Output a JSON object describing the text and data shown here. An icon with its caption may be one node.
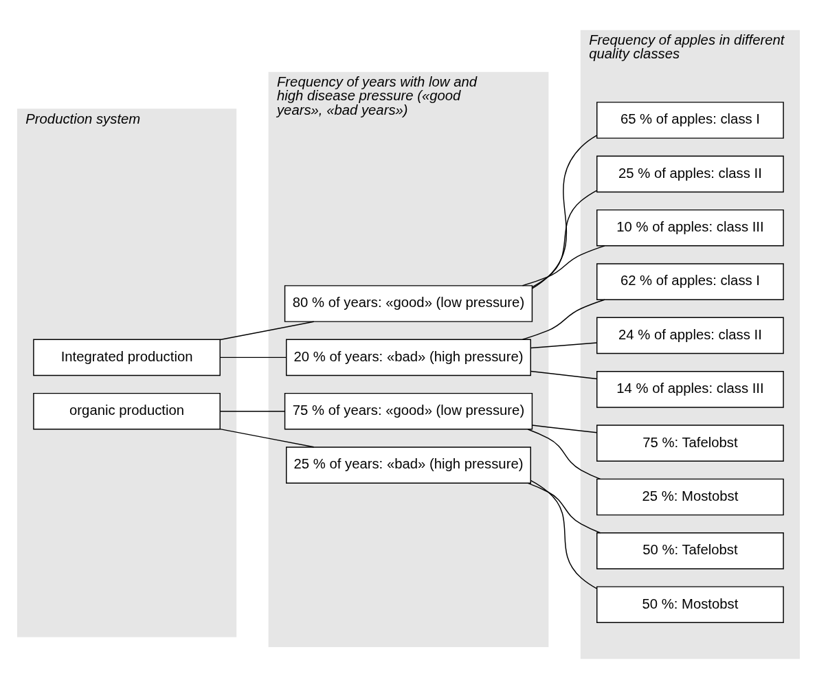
{
  "diagram": {
    "nodes": [
      {
        "text": [
          "Production system"
        ]
      },
      {
        "text": [
          "Frequency of years with low and high disease pressure («good years», «bad years»)"
        ]
      },
      {
        "text": [
          "Frequency of apples in different quality classes"
        ]
      },
      {
        "text": [
          "Integrated production"
        ],
        "in": 0
      },
      {
        "text": [
          "organic production"
        ],
        "in": 0
      },
      {
        "text": [
          "80 % of years: «good» (low pressure)"
        ],
        "in": 1
      },
      {
        "text": [
          "20 % of years: «bad» (high pressure)"
        ],
        "in": 1
      },
      {
        "text": [
          "75 % of years: «good» (low pressure)"
        ],
        "in": 1
      },
      {
        "text": [
          "25 % of years: «bad» (high pressure)"
        ],
        "in": 1
      },
      {
        "text": [
          "65 % of apples: class I"
        ],
        "in": 2
      },
      {
        "text": [
          "25 % of apples: class II"
        ],
        "in": 2
      },
      {
        "text": [
          "10 % of apples: class III"
        ],
        "in": 2
      },
      {
        "text": [
          "62 % of apples: class I"
        ],
        "in": 2
      },
      {
        "text": [
          "24 % of apples: class II"
        ],
        "in": 2
      },
      {
        "text": [
          "14 % of apples: class III"
        ],
        "in": 2
      },
      {
        "text": [
          "75 %: Tafelobst"
        ],
        "in": 2
      },
      {
        "text": [
          "25 %: Mostobst"
        ],
        "in": 2
      },
      {
        "text": [
          "50 %: Tafelobst"
        ],
        "in": 2
      },
      {
        "text": [
          "50 %: Mostobst"
        ],
        "in": 2
      }
    ],
    "edges": [
      {
        "from": 3,
        "to": 5,
        "arrow": "none"
      },
      {
        "from": 3,
        "to": 6,
        "arrow": "none"
      },
      {
        "from": 4,
        "to": 7,
        "arrow": "none"
      },
      {
        "from": 4,
        "to": 8,
        "arrow": "none"
      },
      {
        "from": 5,
        "to": 9,
        "arrow": "none"
      },
      {
        "from": 5,
        "to": 10,
        "arrow": "none"
      },
      {
        "from": 5,
        "to": 11,
        "arrow": "none"
      },
      {
        "from": 6,
        "to": 12,
        "arrow": "none"
      },
      {
        "from": 6,
        "to": 13,
        "arrow": "none"
      },
      {
        "from": 6,
        "to": 14,
        "arrow": "none"
      },
      {
        "from": 7,
        "to": 15,
        "arrow": "none"
      },
      {
        "from": 7,
        "to": 16,
        "arrow": "none"
      },
      {
        "from": 8,
        "to": 17,
        "arrow": "none"
      },
      {
        "from": 8,
        "to": 18,
        "arrow": "none"
      }
    ]
  }
}
